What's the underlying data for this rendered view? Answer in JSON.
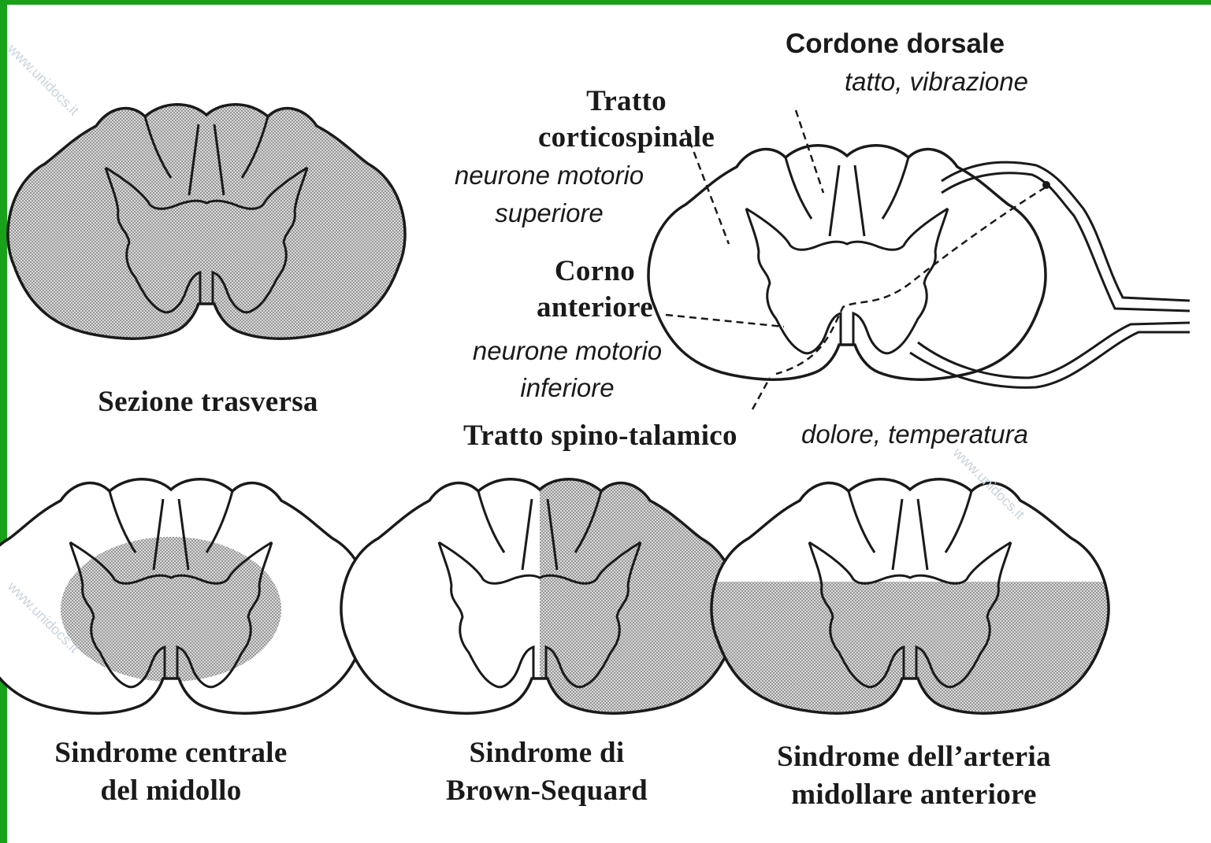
{
  "colors": {
    "frame": "#17a21a",
    "shade": "#b9b9b9",
    "ink": "#1a1a1a"
  },
  "watermark": "www.unidocs.it",
  "panels": {
    "sezione": {
      "title": "Sezione trasversa"
    },
    "centrale": {
      "title_line1": "Sindrome centrale",
      "title_line2": "del midollo"
    },
    "brown": {
      "title_line1": "Sindrome di",
      "title_line2": "Brown-Sequard"
    },
    "arteria": {
      "title_line1": "Sindrome dell’arteria",
      "title_line2": "midollare anteriore"
    }
  },
  "anatomy": {
    "cordone_dorsale": {
      "title": "Cordone dorsale",
      "function": "tatto, vibrazione"
    },
    "corticospinale": {
      "title_line1": "Tratto",
      "title_line2": "corticospinale",
      "role_line1": "neurone motorio",
      "role_line2": "superiore"
    },
    "corno_anteriore": {
      "title_line1": "Corno",
      "title_line2": "anteriore",
      "role_line1": "neurone motorio",
      "role_line2": "inferiore"
    },
    "spino_talamico": {
      "title": "Tratto spino-talamico",
      "function": "dolore, temperatura"
    }
  }
}
